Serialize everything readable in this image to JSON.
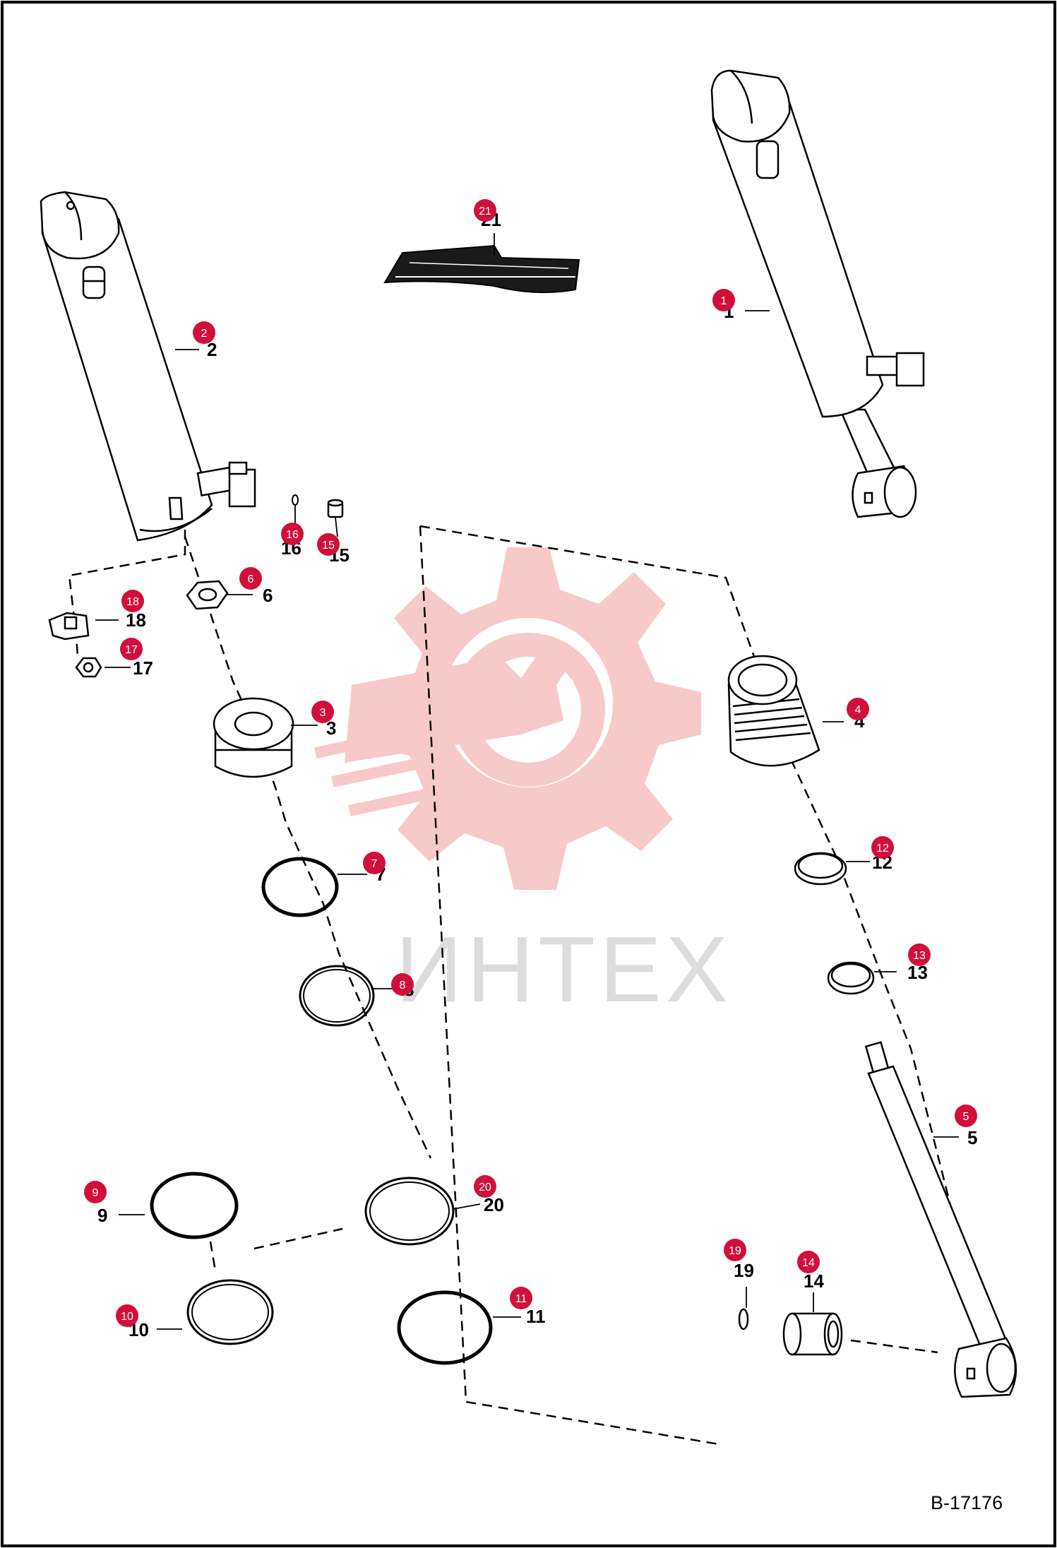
{
  "document": {
    "reference_code": "B-17176",
    "watermark_text": "ИНТЕХ",
    "badge_color": "#d0103a",
    "watermark_color": "#f7c9c9"
  },
  "parts": {
    "p1": {
      "label": "1",
      "badge": "1"
    },
    "p2": {
      "label": "2",
      "badge": "2"
    },
    "p3": {
      "label": "3",
      "badge": "3"
    },
    "p4": {
      "label": "4",
      "badge": "4"
    },
    "p5": {
      "label": "5",
      "badge": "5"
    },
    "p6": {
      "label": "6",
      "badge": "6"
    },
    "p7": {
      "label": "7",
      "badge": "7"
    },
    "p8": {
      "label": "8",
      "badge": "8"
    },
    "p9": {
      "label": "9",
      "badge": "9"
    },
    "p10": {
      "label": "10",
      "badge": "10"
    },
    "p11": {
      "label": "11",
      "badge": "11"
    },
    "p12": {
      "label": "12",
      "badge": "12"
    },
    "p13": {
      "label": "13",
      "badge": "13"
    },
    "p14": {
      "label": "14",
      "badge": "14"
    },
    "p15": {
      "label": "15",
      "badge": "15"
    },
    "p16": {
      "label": "16",
      "badge": "16"
    },
    "p17": {
      "label": "17",
      "badge": "17"
    },
    "p18": {
      "label": "18",
      "badge": "18"
    },
    "p19": {
      "label": "19",
      "badge": "19"
    },
    "p20": {
      "label": "20",
      "badge": "20"
    },
    "p21": {
      "label": "21",
      "badge": "21"
    }
  }
}
